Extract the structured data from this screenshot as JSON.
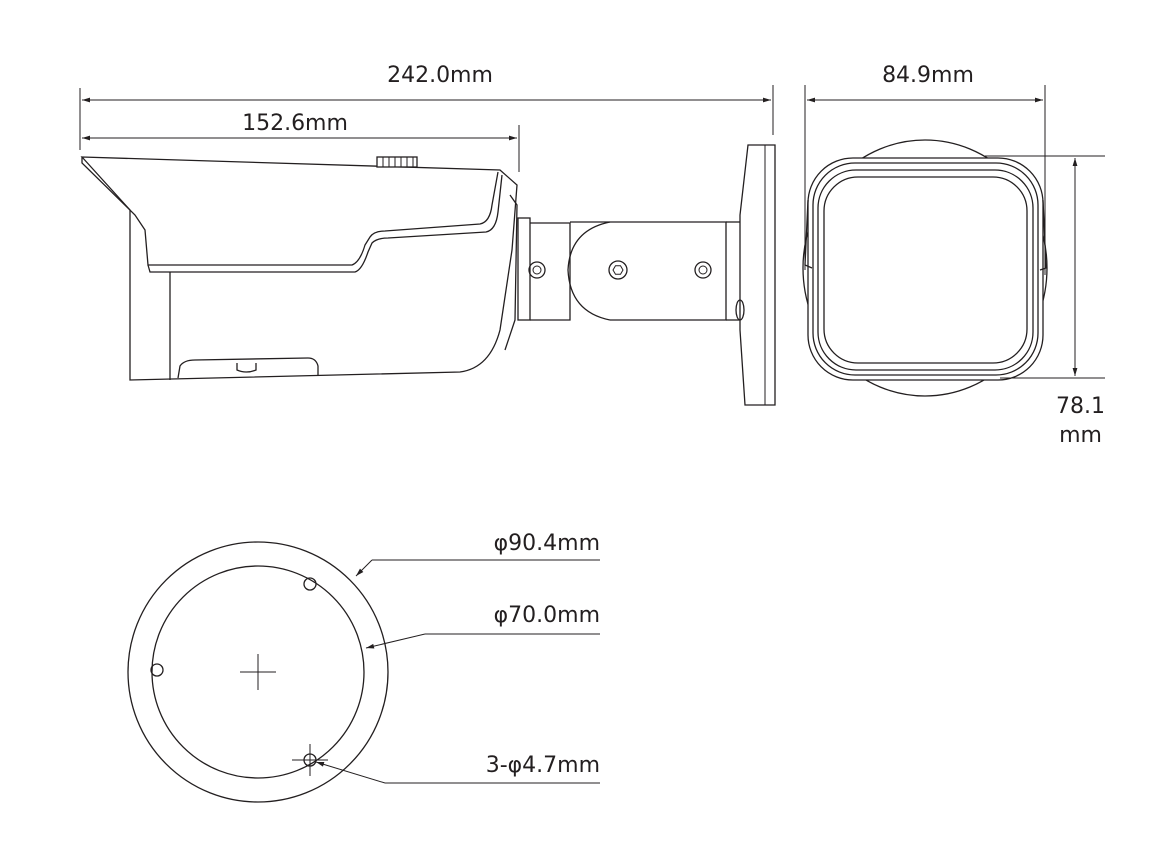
{
  "side_view": {
    "overall_length": "242.0mm",
    "body_length": "152.6mm"
  },
  "front_view": {
    "width": "84.9mm",
    "height_value": "78.1",
    "height_unit": "mm"
  },
  "mount_base": {
    "outer_diameter": "φ90.4mm",
    "inner_diameter": "φ70.0mm",
    "holes": "3-φ4.7mm"
  },
  "colors": {
    "line": "#231f20",
    "background": "#ffffff"
  }
}
